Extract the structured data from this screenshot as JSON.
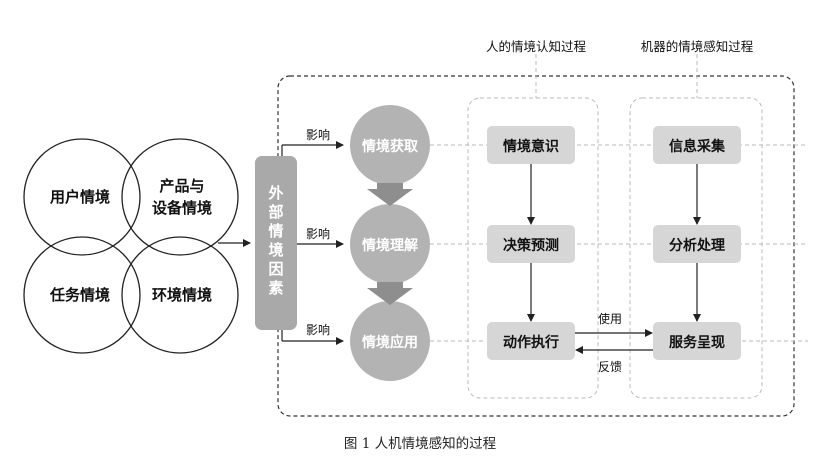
{
  "situations": {
    "user": "用户情境",
    "product": [
      "产品与",
      "设备情境"
    ],
    "task": "任务情境",
    "environment": "环境情境"
  },
  "external_factors": "外部情境因素",
  "influence_label": "影响",
  "stages": [
    "情境获取",
    "情境理解",
    "情境应用"
  ],
  "human_process": {
    "title": "人的情境认知过程",
    "steps": [
      "情境意识",
      "决策预测",
      "动作执行"
    ]
  },
  "machine_process": {
    "title": "机器的情境感知过程",
    "steps": [
      "信息采集",
      "分析处理",
      "服务呈现"
    ]
  },
  "use_label": "使用",
  "feedback_label": "反馈",
  "caption": "图 1 人机情境感知的过程",
  "colors": {
    "bar": "#a9a9a9",
    "stage_circle": "#b3b3b3",
    "step_box": "#d6d6d6",
    "dashed": "#bbbbbb",
    "outline": "#333333"
  }
}
